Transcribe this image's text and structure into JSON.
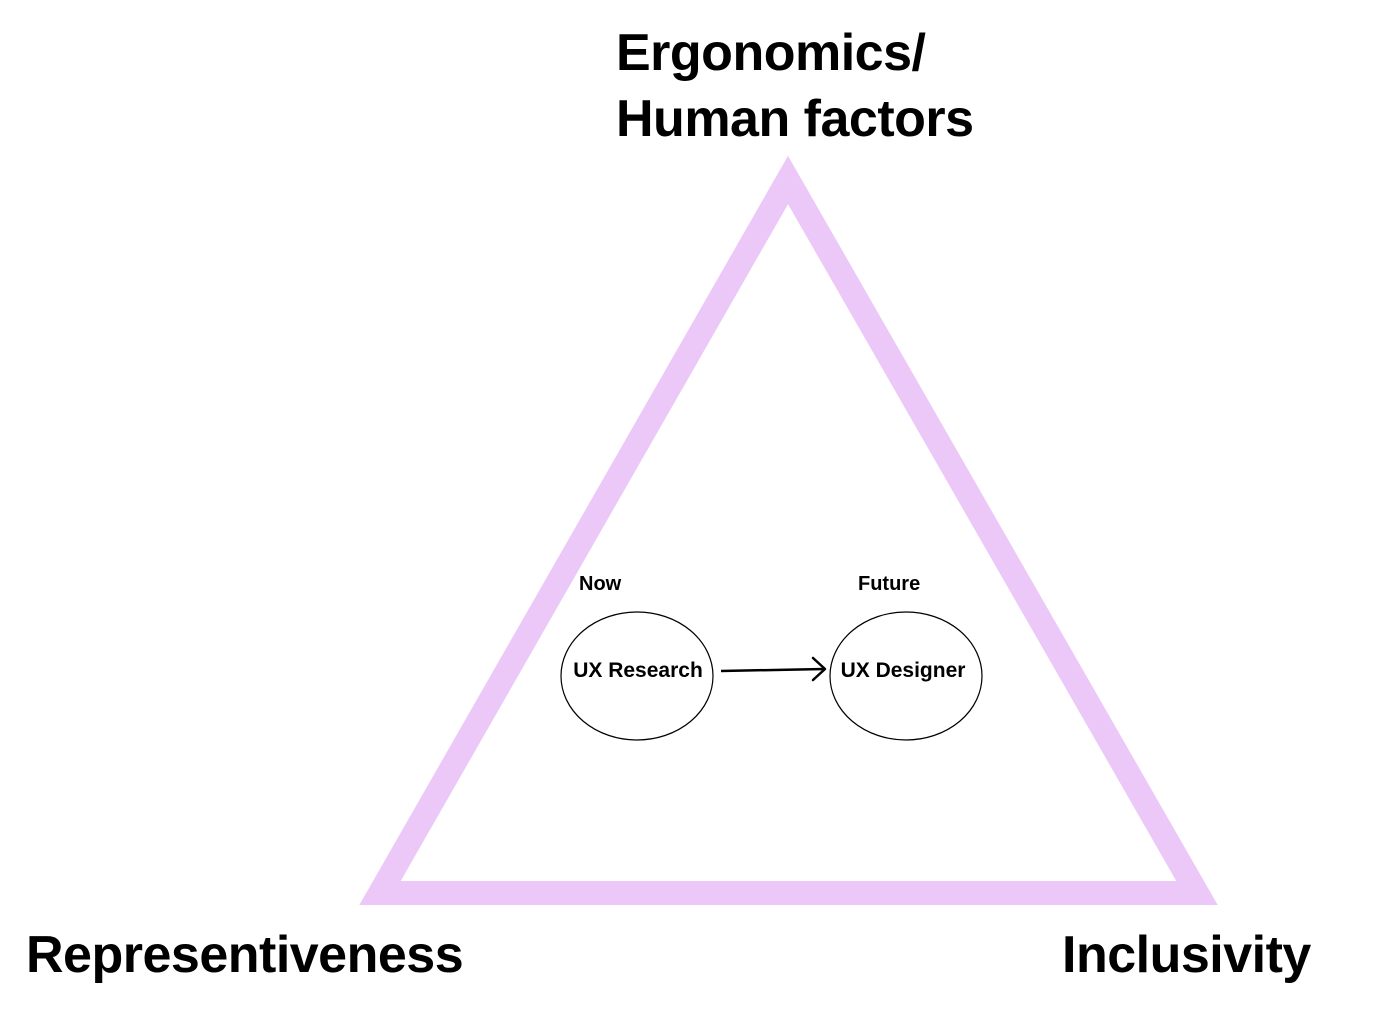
{
  "diagram": {
    "vertices": {
      "top_line1": "Ergonomics/",
      "top_line2": "Human factors",
      "left": "Representiveness",
      "right": "Inclusivity"
    },
    "stages": {
      "now": "Now",
      "future": "Future"
    },
    "nodes": {
      "research": "UX Research",
      "designer": "UX Designer"
    },
    "colors": {
      "triangle": "#ebc8f7",
      "outline": "#000000",
      "background": "#ffffff"
    }
  }
}
